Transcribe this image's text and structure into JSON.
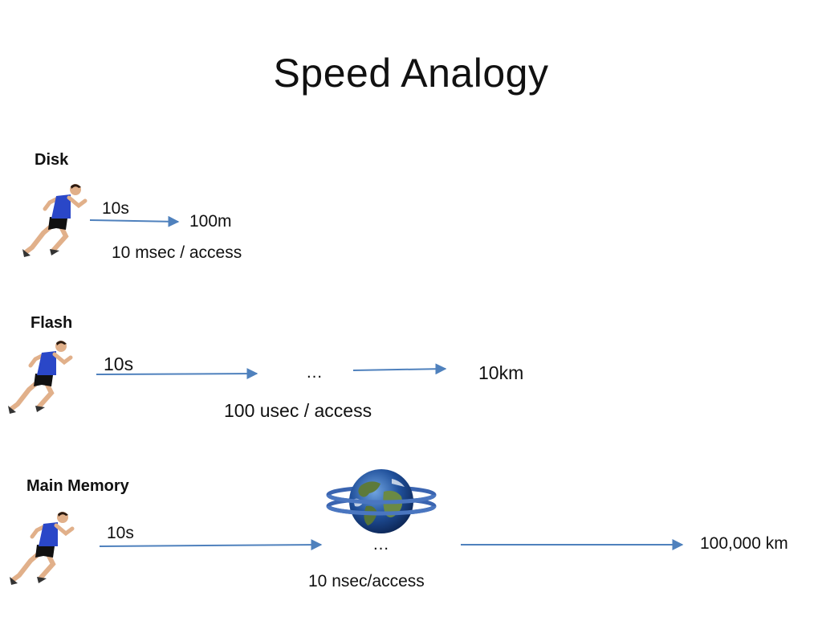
{
  "title": "Speed Analogy",
  "disk": {
    "label": "Disk",
    "time": "10s",
    "distance": "100m",
    "rate": "10 msec / access"
  },
  "flash": {
    "label": "Flash",
    "time": "10s",
    "ellipsis": "…",
    "distance": "10km",
    "rate": "100 usec / access"
  },
  "memory": {
    "label": "Main Memory",
    "time": "10s",
    "ellipsis": "…",
    "distance": "100,000 km",
    "rate": "10 nsec/access"
  },
  "icons": {
    "runner": "running-man-icon",
    "earth": "earth-with-orbit-icon"
  },
  "colors": {
    "arrow": "#4f81bd",
    "shirt": "#2a47c8",
    "ocean": "#1f4f9a",
    "ring": "#4a76c0"
  }
}
